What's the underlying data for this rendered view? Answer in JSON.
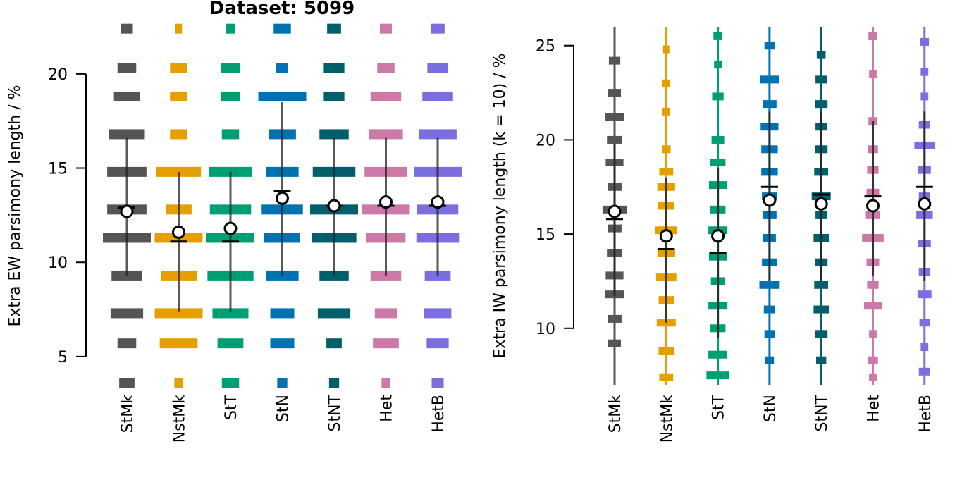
{
  "page_title": "Dataset: 5099",
  "colors": {
    "StMk": "#555555",
    "NstMk": "#E69F00",
    "StT": "#009E73",
    "StN": "#0072B2",
    "StNT": "#005F6B",
    "Het": "#CC79A7",
    "HetB": "#7B6FE0"
  },
  "chart_data": [
    {
      "type": "violin",
      "title": "Dataset: 5099",
      "ylabel": "Extra EW parsimony length / %",
      "xlabel": "",
      "ylim": [
        3.5,
        22.5
      ],
      "yticks": [
        5,
        10,
        15,
        20
      ],
      "grid": false,
      "legend": "none",
      "categories": [
        "StMk",
        "NstMk",
        "StT",
        "StN",
        "StNT",
        "Het",
        "HetB"
      ],
      "levels": [
        3.6,
        5.7,
        7.3,
        9.3,
        11.3,
        12.8,
        14.8,
        16.8,
        18.8,
        20.3,
        22.4
      ],
      "series": [
        {
          "name": "StMk",
          "widths": [
            0.32,
            0.39,
            0.68,
            0.64,
            1.0,
            0.82,
            0.82,
            0.75,
            0.54,
            0.39,
            0.25
          ],
          "mean": 12.7,
          "median": 12.9,
          "whisker": [
            9.3,
            16.6
          ]
        },
        {
          "name": "NstMk",
          "widths": [
            0.18,
            0.79,
            1.0,
            0.75,
            1.0,
            0.54,
            0.93,
            0.36,
            0.36,
            0.36,
            0.14
          ],
          "mean": 11.6,
          "median": 11.1,
          "whisker": [
            7.4,
            14.8
          ]
        },
        {
          "name": "StT",
          "widths": [
            0.36,
            0.54,
            0.75,
            0.96,
            1.0,
            0.86,
            0.9,
            0.36,
            0.39,
            0.39,
            0.18
          ],
          "mean": 11.8,
          "median": 11.1,
          "whisker": [
            7.4,
            14.8
          ]
        },
        {
          "name": "StN",
          "widths": [
            0.21,
            0.5,
            0.5,
            0.68,
            0.75,
            0.86,
            0.68,
            0.57,
            1.0,
            0.25,
            0.36
          ],
          "mean": 13.4,
          "median": 13.8,
          "whisker": [
            9.3,
            18.5
          ]
        },
        {
          "name": "StNT",
          "widths": [
            0.21,
            0.32,
            0.68,
            0.61,
            0.93,
            1.0,
            0.89,
            0.61,
            0.43,
            0.43,
            0.29
          ],
          "mean": 13.0,
          "median": 13.0,
          "whisker": [
            9.3,
            16.6
          ]
        },
        {
          "name": "Het",
          "widths": [
            0.18,
            0.54,
            0.46,
            0.64,
            0.82,
            1.0,
            0.89,
            0.71,
            0.64,
            0.36,
            0.25
          ],
          "mean": 13.2,
          "median": 13.0,
          "whisker": [
            9.3,
            16.6
          ]
        },
        {
          "name": "HetB",
          "widths": [
            0.25,
            0.46,
            0.57,
            0.54,
            0.89,
            0.86,
            1.0,
            0.79,
            0.64,
            0.43,
            0.29
          ],
          "mean": 13.2,
          "median": 13.0,
          "whisker": [
            9.3,
            16.6
          ]
        }
      ]
    },
    {
      "type": "violin",
      "title": "",
      "ylabel": "Extra IW parsimony length (k = 10) / %",
      "xlabel": "",
      "ylim": [
        7.0,
        26.0
      ],
      "yticks": [
        10,
        15,
        20,
        25
      ],
      "grid": false,
      "legend": "none",
      "categories": [
        "StMk",
        "NstMk",
        "StT",
        "StN",
        "StNT",
        "Het",
        "HetB"
      ],
      "series": [
        {
          "name": "StMk",
          "range": [
            7.0,
            26.0
          ],
          "peaks": [
            [
              9.2,
              0.5
            ],
            [
              10.5,
              0.55
            ],
            [
              11.8,
              0.75
            ],
            [
              12.8,
              0.7
            ],
            [
              14.0,
              0.6
            ],
            [
              15.3,
              0.55
            ],
            [
              16.3,
              0.95
            ],
            [
              17.5,
              0.55
            ],
            [
              18.8,
              0.7
            ],
            [
              20.0,
              0.6
            ],
            [
              21.2,
              0.75
            ],
            [
              22.5,
              0.5
            ],
            [
              24.2,
              0.45
            ]
          ],
          "mean": 16.2,
          "median": 15.8,
          "whisker": [
            11.7,
            19.8
          ]
        },
        {
          "name": "NstMk",
          "range": [
            7.0,
            26.0
          ],
          "peaks": [
            [
              7.4,
              0.55
            ],
            [
              8.8,
              0.6
            ],
            [
              10.3,
              0.75
            ],
            [
              11.5,
              0.6
            ],
            [
              12.7,
              0.8
            ],
            [
              14.0,
              0.7
            ],
            [
              15.2,
              0.85
            ],
            [
              16.5,
              0.65
            ],
            [
              17.5,
              0.7
            ],
            [
              18.3,
              0.55
            ],
            [
              19.5,
              0.35
            ],
            [
              21.5,
              0.3
            ],
            [
              23.0,
              0.3
            ],
            [
              24.8,
              0.25
            ]
          ],
          "mean": 14.9,
          "median": 14.2,
          "whisker": [
            10.3,
            18.0
          ]
        },
        {
          "name": "StT",
          "range": [
            7.0,
            26.0
          ],
          "peaks": [
            [
              7.5,
              0.9
            ],
            [
              8.6,
              0.75
            ],
            [
              10.0,
              0.6
            ],
            [
              11.2,
              0.75
            ],
            [
              12.5,
              0.55
            ],
            [
              13.8,
              0.7
            ],
            [
              15.2,
              0.75
            ],
            [
              16.3,
              0.6
            ],
            [
              17.6,
              0.7
            ],
            [
              18.8,
              0.6
            ],
            [
              20.0,
              0.5
            ],
            [
              22.3,
              0.45
            ],
            [
              24.0,
              0.3
            ],
            [
              25.5,
              0.35
            ]
          ],
          "mean": 14.9,
          "median": 14.0,
          "whisker": [
            9.5,
            18.5
          ]
        },
        {
          "name": "StN",
          "range": [
            7.0,
            26.0
          ],
          "peaks": [
            [
              8.3,
              0.35
            ],
            [
              9.7,
              0.4
            ],
            [
              11.0,
              0.45
            ],
            [
              12.3,
              0.8
            ],
            [
              13.5,
              0.6
            ],
            [
              14.8,
              0.5
            ],
            [
              16.0,
              0.55
            ],
            [
              17.0,
              0.6
            ],
            [
              18.3,
              0.65
            ],
            [
              19.5,
              0.65
            ],
            [
              20.7,
              0.7
            ],
            [
              21.9,
              0.55
            ],
            [
              23.2,
              0.75
            ],
            [
              25.0,
              0.4
            ]
          ],
          "mean": 16.8,
          "median": 17.5,
          "whisker": [
            12.5,
            21.5
          ]
        },
        {
          "name": "StNT",
          "range": [
            7.0,
            26.0
          ],
          "peaks": [
            [
              8.3,
              0.4
            ],
            [
              9.7,
              0.5
            ],
            [
              11.0,
              0.6
            ],
            [
              12.3,
              0.55
            ],
            [
              13.5,
              0.5
            ],
            [
              14.8,
              0.6
            ],
            [
              16.0,
              0.45
            ],
            [
              17.0,
              0.75
            ],
            [
              18.3,
              0.55
            ],
            [
              19.5,
              0.5
            ],
            [
              20.7,
              0.45
            ],
            [
              21.9,
              0.5
            ],
            [
              23.2,
              0.45
            ],
            [
              24.5,
              0.35
            ]
          ],
          "mean": 16.6,
          "median": 17.1,
          "whisker": [
            12.5,
            21.5
          ]
        },
        {
          "name": "Het",
          "range": [
            7.0,
            26.0
          ],
          "peaks": [
            [
              7.4,
              0.3
            ],
            [
              8.3,
              0.4
            ],
            [
              9.7,
              0.3
            ],
            [
              11.2,
              0.7
            ],
            [
              12.3,
              0.45
            ],
            [
              13.5,
              0.5
            ],
            [
              14.8,
              0.85
            ],
            [
              16.0,
              0.55
            ],
            [
              17.2,
              0.5
            ],
            [
              18.4,
              0.45
            ],
            [
              19.5,
              0.4
            ],
            [
              21.0,
              0.35
            ],
            [
              23.5,
              0.3
            ],
            [
              25.5,
              0.35
            ]
          ],
          "mean": 16.5,
          "median": 17.0,
          "whisker": [
            12.8,
            21.0
          ]
        },
        {
          "name": "HetB",
          "range": [
            7.0,
            26.0
          ],
          "peaks": [
            [
              7.7,
              0.45
            ],
            [
              9.0,
              0.3
            ],
            [
              10.3,
              0.4
            ],
            [
              11.8,
              0.55
            ],
            [
              13.0,
              0.45
            ],
            [
              14.5,
              0.5
            ],
            [
              16.0,
              0.65
            ],
            [
              17.0,
              0.45
            ],
            [
              18.4,
              0.5
            ],
            [
              19.7,
              0.8
            ],
            [
              20.8,
              0.45
            ],
            [
              22.3,
              0.3
            ],
            [
              23.6,
              0.3
            ],
            [
              25.2,
              0.35
            ]
          ],
          "mean": 16.6,
          "median": 17.5,
          "whisker": [
            12.5,
            21.5
          ]
        }
      ]
    }
  ]
}
